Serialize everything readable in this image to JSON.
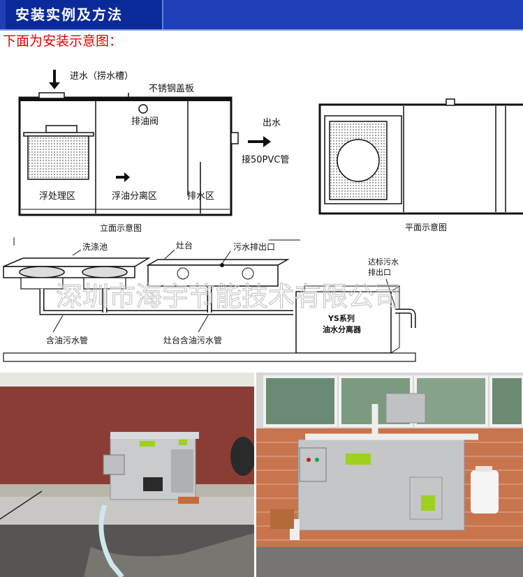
{
  "header": {
    "title": "安装实例及方法"
  },
  "intro": {
    "text": "下面为安装示意图："
  },
  "elevation": {
    "inlet": "进水（捞水槽）",
    "cover": "不锈钢盖板",
    "drain_valve": "排油阀",
    "outlet": "出水",
    "pipe": "接50PVC管",
    "zone1": "浮处理区",
    "zone2": "浮油分离区",
    "zone3": "排水区",
    "caption": "立面示意图"
  },
  "plan": {
    "caption": "平面示意图"
  },
  "kitchen": {
    "sink": "洗涤池",
    "stove": "灶台",
    "sewage_outlet": "污水排出口",
    "standard_outlet_1": "达标污水",
    "standard_outlet_2": "排出口",
    "separator_1": "YS系列",
    "separator_2": "油水分离器",
    "oily_pipe": "含油污水管",
    "stove_pipe": "灶台含油污水管",
    "watermark": "深圳市海宇节能技术有限公司"
  },
  "colors": {
    "header_bg": "#1f3fb8",
    "title_bg": "#0b2a9a",
    "intro": "#e00000"
  }
}
